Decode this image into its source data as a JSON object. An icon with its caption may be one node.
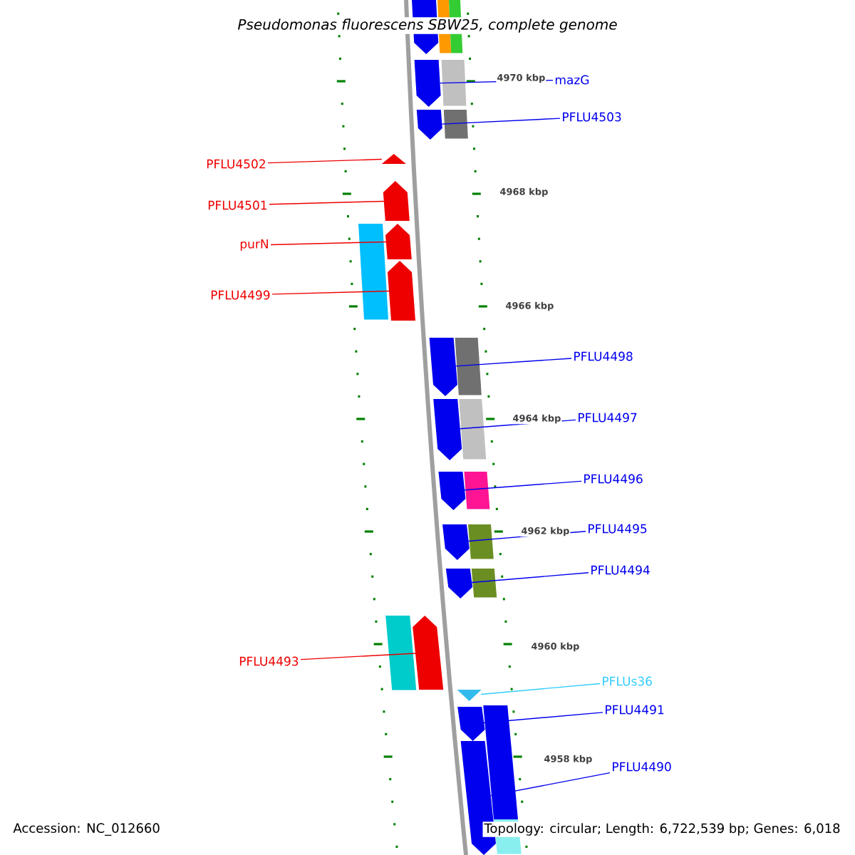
{
  "diagram": {
    "title": "Pseudomonas fluorescens SBW25, complete genome",
    "nodes": [
      {
        "text": [],
        "shape": "pentagon"
      },
      {
        "text": [
          "mazG"
        ]
      },
      {
        "text": [],
        "shape": "pentagon"
      },
      {
        "text": [
          "PFLU4503"
        ]
      },
      {
        "text": [],
        "shape": "pentagon"
      },
      {
        "text": [
          "PFLU4502"
        ]
      },
      {
        "text": [],
        "shape": "pentagon"
      },
      {
        "text": [
          "PFLU4501"
        ]
      },
      {
        "text": [],
        "shape": "pentagon"
      },
      {
        "text": [
          "purN"
        ]
      },
      {
        "text": [],
        "shape": "pentagon"
      },
      {
        "text": [
          "PFLU4499"
        ]
      },
      {
        "text": [],
        "shape": "pentagon"
      },
      {
        "text": [
          "PFLU4498"
        ]
      },
      {
        "text": [],
        "shape": "pentagon"
      },
      {
        "text": [
          "PFLU4497"
        ]
      },
      {
        "text": [],
        "shape": "pentagon"
      },
      {
        "text": [
          "PFLU4496"
        ]
      },
      {
        "text": [],
        "shape": "pentagon"
      },
      {
        "text": [
          "PFLU4495"
        ]
      },
      {
        "text": [],
        "shape": "pentagon"
      },
      {
        "text": [
          "PFLU4494"
        ]
      },
      {
        "text": [],
        "shape": "pentagon"
      },
      {
        "text": [
          "PFLU4493"
        ]
      },
      {
        "text": [],
        "shape": "pentagon"
      },
      {
        "text": [
          "PFLUs36"
        ]
      },
      {
        "text": [],
        "shape": "pentagon"
      },
      {
        "text": [
          "PFLU4491"
        ]
      },
      {
        "text": [],
        "shape": "pentagon"
      },
      {
        "text": [],
        "shape": "box"
      },
      {
        "text": [
          "PFLU4490"
        ]
      },
      {
        "text": [],
        "shape": "pentagon"
      }
    ],
    "edges": [
      {
        "from": 1,
        "to": 2,
        "arrow": "none"
      },
      {
        "from": 3,
        "to": 4,
        "arrow": "none"
      },
      {
        "from": 5,
        "to": 6,
        "arrow": "none",
        "color": "#ee0000"
      },
      {
        "from": 7,
        "to": 8,
        "arrow": "none",
        "color": "#ee0000"
      },
      {
        "from": 9,
        "to": 10,
        "arrow": "none",
        "color": "#ee0000"
      },
      {
        "from": 11,
        "to": 12,
        "arrow": "none",
        "color": "#ee0000"
      },
      {
        "from": 13,
        "to": 14,
        "arrow": "none"
      },
      {
        "from": 15,
        "to": 16,
        "arrow": "none"
      },
      {
        "from": 17,
        "to": 18,
        "arrow": "none"
      },
      {
        "from": 19,
        "to": 20,
        "arrow": "none"
      },
      {
        "from": 21,
        "to": 22,
        "arrow": "none"
      },
      {
        "from": 23,
        "to": 24,
        "arrow": "none",
        "color": "#ee0000"
      },
      {
        "from": 25,
        "to": 26,
        "arrow": "none",
        "color": "#33ccff"
      },
      {
        "from": 27,
        "to": 28,
        "arrow": "none"
      },
      {
        "from": 30,
        "to": 31,
        "arrow": "none"
      }
    ],
    "labels": [
      "4970 kbp",
      "4968 kbp",
      "4966 kbp",
      "4964 kbp",
      "4962 kbp",
      "4960 kbp",
      "4958 kbp",
      "Accession: NC_012660",
      "Topology: circular; Length: 6,722,539 bp; Genes: 6,018"
    ]
  }
}
